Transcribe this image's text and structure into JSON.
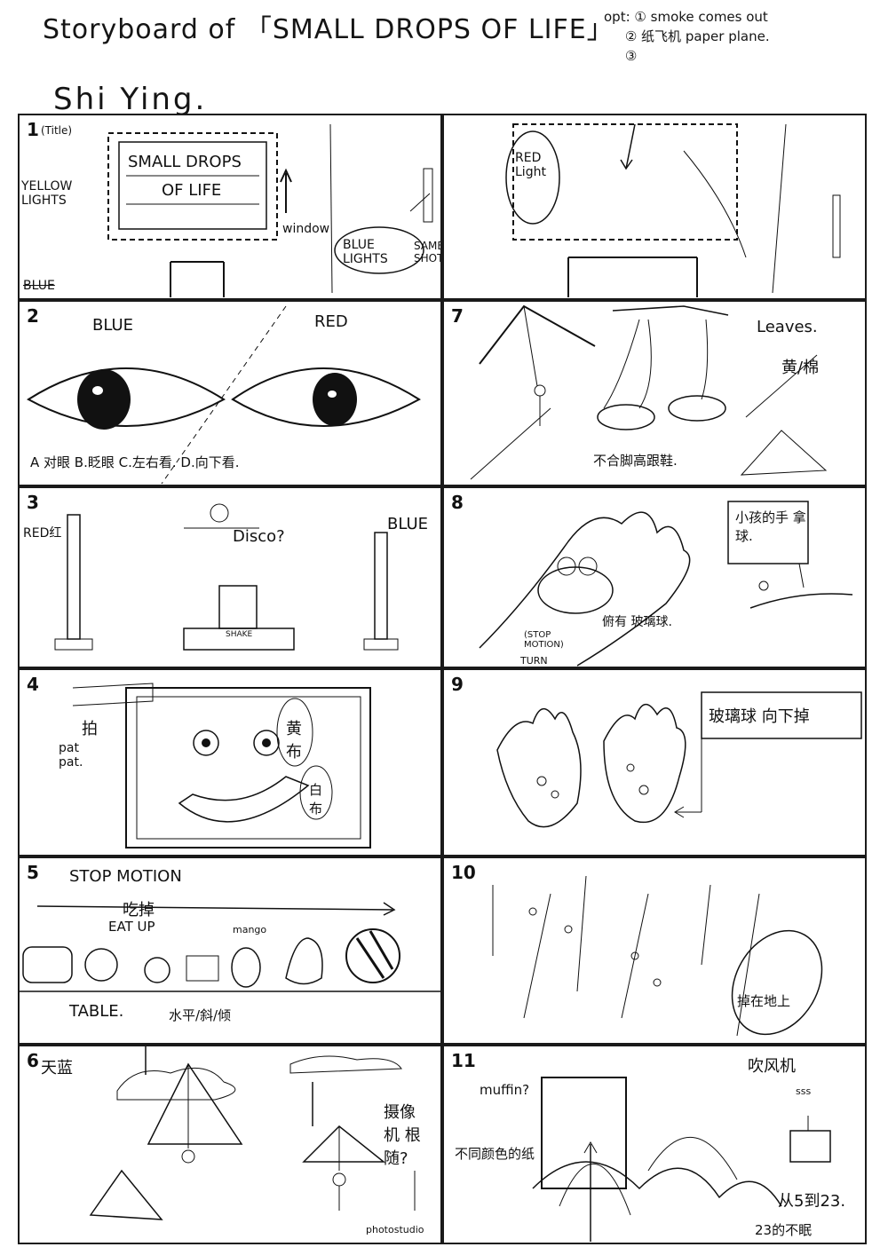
{
  "header": {
    "title": "Storyboard of 「SMALL DROPS OF LIFE」",
    "author": "Shi Ying.",
    "options_label": "opt:",
    "options": [
      "① smoke comes out",
      "② 纸飞机 paper plane.",
      "③"
    ]
  },
  "panels": {
    "p1": {
      "num": "1",
      "title_tag": "(Title)",
      "sign_line1": "SMALL DROPS",
      "sign_line2": "OF LIFE",
      "yellow_lights": "YELLOW LIGHTS",
      "window": "window",
      "blue_lights": "BLUE LIGHTS",
      "same_shot": "SAME SHOT",
      "blue_crossed": "BLUE"
    },
    "p1b": {
      "red_light": "RED Light"
    },
    "p2": {
      "num": "2",
      "blue": "BLUE",
      "red": "RED",
      "options": "A 对眼  B.眨眼  C.左右看.  D.向下看."
    },
    "p7": {
      "num": "7",
      "leaves": "Leaves.",
      "yellow_cotton": "黄/棉",
      "shoes": "不合脚高跟鞋."
    },
    "p3": {
      "num": "3",
      "red": "RED红",
      "disco": "Disco?",
      "blue": "BLUE",
      "shake": "SHAKE"
    },
    "p8": {
      "num": "8",
      "kid_hand": "小孩的手 拿球.",
      "stop_motion": "(STOP MOTION)",
      "turn": "TURN",
      "glass": "俯有 玻璃球."
    },
    "p4": {
      "num": "4",
      "pat_cn": "拍",
      "pat": "pat pat.",
      "yellow_cloth": "黄布",
      "white_cloth": "白布"
    },
    "p9": {
      "num": "9",
      "glass_down": "玻璃球 向下掉"
    },
    "p5": {
      "num": "5",
      "stop_motion": "STOP MOTION",
      "eat_cn": "吃掉",
      "eat_up": "EAT UP",
      "mango": "mango",
      "table": "TABLE.",
      "table_opts": "水平/斜/倾"
    },
    "p10": {
      "num": "10",
      "drop_note": "掉在地上"
    },
    "p6": {
      "num": "6",
      "sky": "天蓝",
      "camera": "摄像机 根随?",
      "studio": "photostudio"
    },
    "p11": {
      "num": "11",
      "muffin": "muffin?",
      "paper": "不同颜色的纸",
      "hair_dryer": "吹风机",
      "sss": "sss",
      "from": "从5到23.",
      "night": "23的不眠"
    }
  }
}
